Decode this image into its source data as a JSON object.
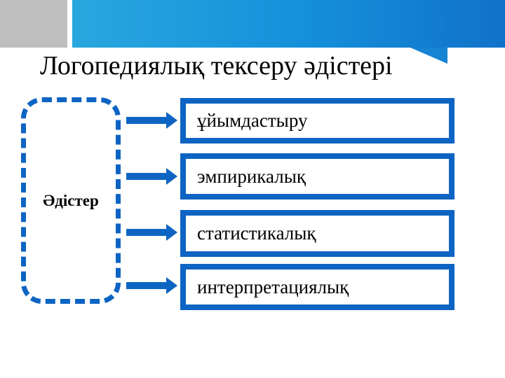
{
  "slide": {
    "title": "Логопедиялық тексеру әдістері",
    "source_label": "Әдістер",
    "methods": [
      {
        "label": "ұйымдастыру"
      },
      {
        "label": "эмпирикалық"
      },
      {
        "label": "статистикалық"
      },
      {
        "label": "интерпретациялық"
      }
    ],
    "colors": {
      "accent_blue": "#0d64c3",
      "banner_left": "#29a7de",
      "banner_mid": "#1591db",
      "banner_right": "#1172c9",
      "banner_tail": "#1684d2",
      "gray_block": "#bfbfbf"
    }
  }
}
